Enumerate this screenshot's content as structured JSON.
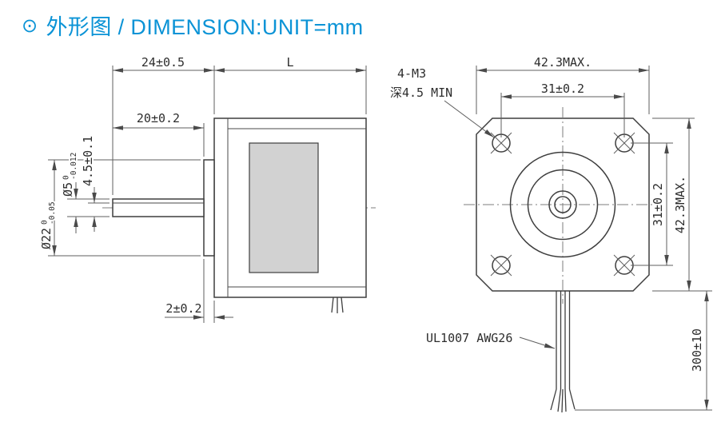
{
  "header": {
    "bullet_icon": "⊙",
    "title": "外形图 / DIMENSION:UNIT=mm"
  },
  "colors": {
    "title_blue": "#0b93d6",
    "object_line": "#3e3e3e",
    "dimension_line": "#5f5f5f",
    "lamination_fill": "#d2d2d2"
  },
  "side_view": {
    "dim_front_length": "24±0.5",
    "dim_body_length": "L",
    "dim_shaft_length": "20±0.2",
    "dim_shaft_flat": "4.5±0.1",
    "shaft_diameter": {
      "main": "Ø5",
      "tol_upper": "0",
      "tol_lower": "-0.012"
    },
    "pilot_diameter": {
      "main": "Ø22",
      "tol_upper": "0",
      "tol_lower": "-0.05"
    },
    "dim_pilot_height": "2±0.2"
  },
  "front_view": {
    "hole_callout_line1": "4-M3",
    "hole_callout_line2": "深4.5 MIN",
    "dim_width_max": "42.3MAX.",
    "dim_hole_pitch_h": "31±0.2",
    "dim_hole_pitch_v": "31±0.2",
    "dim_height_max": "42.3MAX.",
    "wire_label": "UL1007 AWG26",
    "dim_wire_length": "300±10"
  }
}
